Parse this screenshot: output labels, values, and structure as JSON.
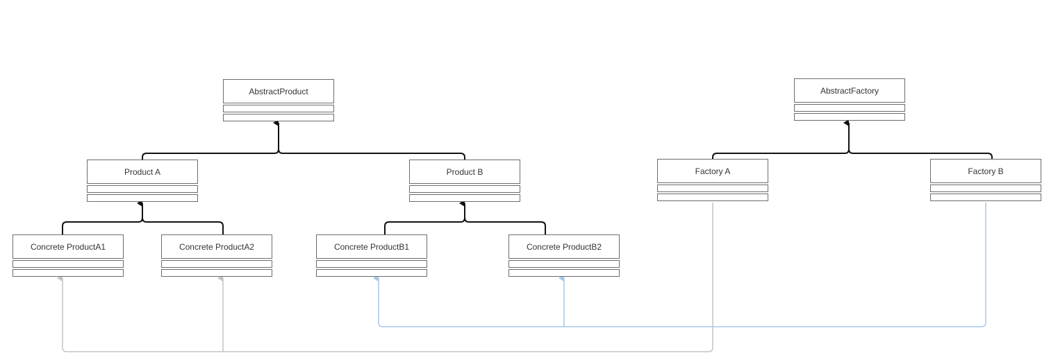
{
  "colors": {
    "box_border": "#6b6b6b",
    "inheritance": "#111111",
    "dependency_gray": "#c4c4c4",
    "dependency_blue": "#a7c7e7"
  },
  "classes": {
    "abstract_product": "AbstractProduct",
    "abstract_factory": "AbstractFactory",
    "product_a": "Product A",
    "product_b": "Product B",
    "factory_a": "Factory A",
    "factory_b": "Factory B",
    "concrete_a1": "Concrete ProductA1",
    "concrete_a2": "Concrete ProductA2",
    "concrete_b1": "Concrete ProductB1",
    "concrete_b2": "Concrete ProductB2"
  },
  "relations": {
    "inheritance": [
      [
        "product_a",
        "abstract_product"
      ],
      [
        "product_b",
        "abstract_product"
      ],
      [
        "concrete_a1",
        "product_a"
      ],
      [
        "concrete_a2",
        "product_a"
      ],
      [
        "concrete_b1",
        "product_b"
      ],
      [
        "concrete_b2",
        "product_b"
      ],
      [
        "factory_a",
        "abstract_factory"
      ],
      [
        "factory_b",
        "abstract_factory"
      ]
    ],
    "dependency": [
      [
        "factory_a",
        "concrete_a1"
      ],
      [
        "factory_a",
        "concrete_a2"
      ],
      [
        "factory_b",
        "concrete_b1"
      ],
      [
        "factory_b",
        "concrete_b2"
      ]
    ]
  }
}
